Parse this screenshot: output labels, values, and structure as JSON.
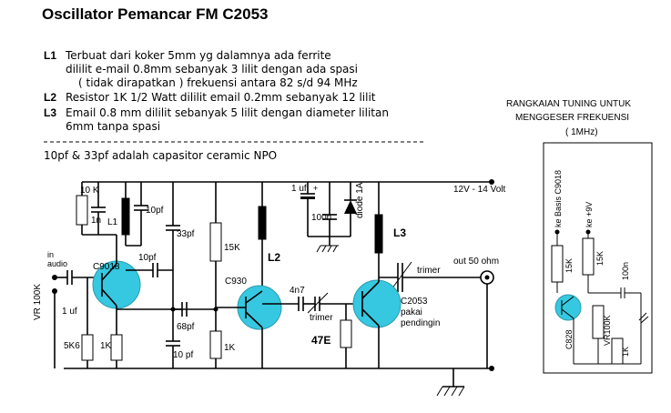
{
  "title": "Oscillator Pemancar FM C2053",
  "notes": [
    {
      "tag": "L1",
      "text": "Terbuat dari koker 5mm yg dalamnya ada ferrite"
    },
    {
      "tag": "",
      "text": "dililit e-mail 0.8mm sebanyak 3 lilit dengan ada spasi"
    },
    {
      "tag": "",
      "text": "( tidak dirapatkan ) frekuensi antara 82 s/d 94 MHz"
    },
    {
      "tag": "L2",
      "text": "Resistor 1K 1/2 Watt dililit email 0.2mm sebanyak 12 lilit"
    },
    {
      "tag": "L3",
      "text": "Email 0.8 mm dililit sebanyak 5 lilit dengan diameter lilitan"
    },
    {
      "tag": "",
      "text": "6mm tanpa spasi"
    }
  ],
  "capacitor_note": "10pf & 33pf adalah capasitor ceramic NPO",
  "tuning_box": {
    "title_lines": [
      "RANGKAIAN TUNING UNTUK",
      "MENGGESER FREKUENSI",
      "( 1MHz)"
    ],
    "labels": {
      "base_c9018": "ke Basis C9018",
      "plus9v": "ke +9V",
      "r1": "15K",
      "r2": "15K",
      "cap": "100n",
      "transistor": "C828",
      "pot": "VR100K",
      "r3": "1K"
    }
  },
  "schematic": {
    "supply": "12V - 14 Volt",
    "output": "out 50 ohm",
    "input_audio": [
      "in",
      "audio"
    ],
    "vr_input": "VR 100K",
    "labels": {
      "r10k": "10 K",
      "c1n": "1n",
      "l1": "L1",
      "c10pf_top": "10pf",
      "c33pf": "33pf",
      "r15k": "15K",
      "l2": "L2",
      "c1uf_top": "1 uf",
      "c100n": "100n",
      "diode": "diode 1A",
      "l3": "L3",
      "trimer_top": "trimer",
      "c9018": "C9018",
      "c10pf_mid": "10pf",
      "c1uf_in": "1 uf",
      "c68pf": "68pf",
      "c930": "C930",
      "c4n7": "4n7",
      "trimer_mid": "trimer",
      "c2053": [
        "C2053",
        "pakai",
        "pendingin"
      ],
      "r5k6": "5K6",
      "r1k_a": "1K",
      "c10pf_bot": "10 pf",
      "r1k_b": "1K",
      "r47e": "47E"
    }
  },
  "colors": {
    "transistor_fill": "#36c8e0",
    "line": "#000000"
  }
}
